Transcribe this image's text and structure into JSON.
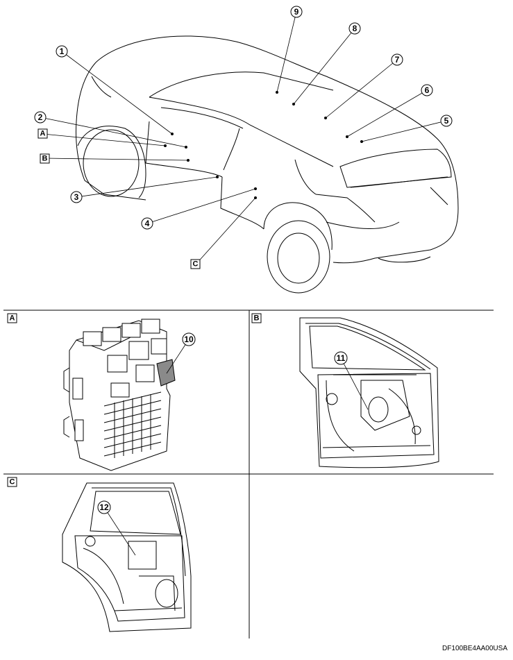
{
  "callouts": {
    "c1": "1",
    "c2": "2",
    "c3": "3",
    "c4": "4",
    "c5": "5",
    "c6": "6",
    "c7": "7",
    "c8": "8",
    "c9": "9",
    "c10": "10",
    "c11": "11",
    "c12": "12"
  },
  "views": {
    "a": "A",
    "b": "B",
    "c": "C"
  },
  "figure_code": "DF100BE4AA00USA"
}
